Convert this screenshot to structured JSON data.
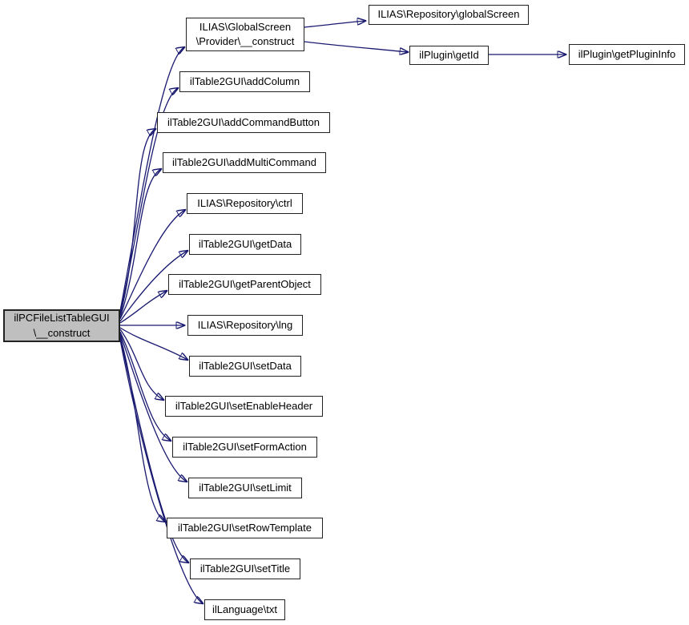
{
  "diagram": {
    "type": "call-graph",
    "colors": {
      "edge": "#191970",
      "node_border": "#222222",
      "node_fill": "#ffffff",
      "highlight_fill": "#bfbfbf"
    },
    "nodes": {
      "main": {
        "label": "ilPCFileListTableGUI\n\\__construct"
      },
      "c2_1": {
        "label": "ILIAS\\GlobalScreen\n\\Provider\\__construct"
      },
      "c2_2": {
        "label": "ilTable2GUI\\addColumn"
      },
      "c2_3": {
        "label": "ilTable2GUI\\addCommandButton"
      },
      "c2_4": {
        "label": "ilTable2GUI\\addMultiCommand"
      },
      "c2_5": {
        "label": "ILIAS\\Repository\\ctrl"
      },
      "c2_6": {
        "label": "ilTable2GUI\\getData"
      },
      "c2_7": {
        "label": "ilTable2GUI\\getParentObject"
      },
      "c2_8": {
        "label": "ILIAS\\Repository\\lng"
      },
      "c2_9": {
        "label": "ilTable2GUI\\setData"
      },
      "c2_10": {
        "label": "ilTable2GUI\\setEnableHeader"
      },
      "c2_11": {
        "label": "ilTable2GUI\\setFormAction"
      },
      "c2_12": {
        "label": "ilTable2GUI\\setLimit"
      },
      "c2_13": {
        "label": "ilTable2GUI\\setRowTemplate"
      },
      "c2_14": {
        "label": "ilTable2GUI\\setTitle"
      },
      "c2_15": {
        "label": "ilLanguage\\txt"
      },
      "c3_1": {
        "label": "ILIAS\\Repository\\globalScreen"
      },
      "c3_2": {
        "label": "ilPlugin\\getId"
      },
      "c4_1": {
        "label": "ilPlugin\\getPluginInfo"
      }
    },
    "edges": [
      {
        "from": "main",
        "to": "c2_1"
      },
      {
        "from": "main",
        "to": "c2_2"
      },
      {
        "from": "main",
        "to": "c2_3"
      },
      {
        "from": "main",
        "to": "c2_4"
      },
      {
        "from": "main",
        "to": "c2_5"
      },
      {
        "from": "main",
        "to": "c2_6"
      },
      {
        "from": "main",
        "to": "c2_7"
      },
      {
        "from": "main",
        "to": "c2_8"
      },
      {
        "from": "main",
        "to": "c2_9"
      },
      {
        "from": "main",
        "to": "c2_10"
      },
      {
        "from": "main",
        "to": "c2_11"
      },
      {
        "from": "main",
        "to": "c2_12"
      },
      {
        "from": "main",
        "to": "c2_13"
      },
      {
        "from": "main",
        "to": "c2_14"
      },
      {
        "from": "main",
        "to": "c2_15"
      },
      {
        "from": "c2_1",
        "to": "c3_1"
      },
      {
        "from": "c2_1",
        "to": "c3_2"
      },
      {
        "from": "c3_2",
        "to": "c4_1"
      }
    ]
  }
}
